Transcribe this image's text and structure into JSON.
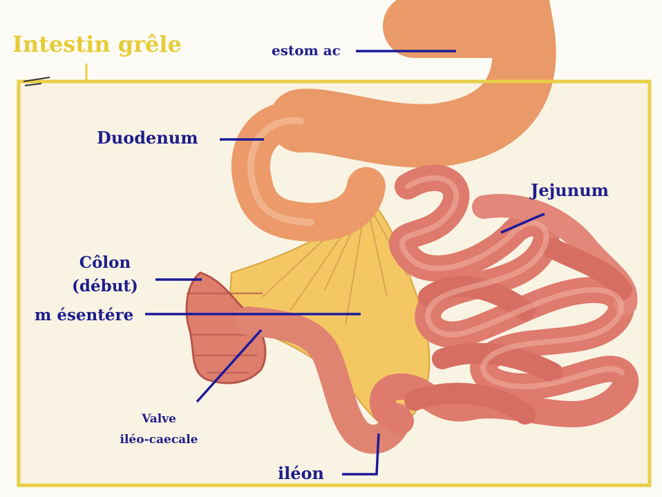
{
  "diagram": {
    "title": "Intestin grêle",
    "labels": {
      "estomac": "estom ac",
      "duodenum": "Duodenum",
      "jejunum": "Jejunum",
      "colon_line1": "Côlon",
      "colon_line2": "(début)",
      "mesentere": "m ésentére",
      "valve_line1": "Valve",
      "valve_line2": "iléo-caecale",
      "ileon": "iléon"
    },
    "colors": {
      "title": "#e7cc38",
      "frame": "#e9cf48",
      "label_text": "#1e1e8c",
      "leader_line": "#1a1a9c",
      "intestine": "#e07e6c",
      "stomach": "#e99a68",
      "mesentery": "#f2c660",
      "background": "#fdfbf5"
    }
  }
}
